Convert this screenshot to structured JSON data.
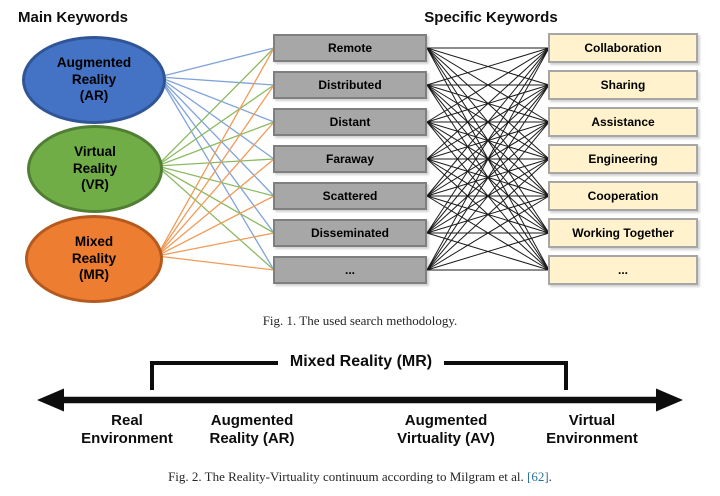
{
  "fig1": {
    "left_header": "Main Keywords",
    "right_header": "Specific Keywords",
    "main_keywords": [
      {
        "id": "augmented-reality",
        "label": "Augmented\nReality\n(AR)"
      },
      {
        "id": "virtual-reality",
        "label": "Virtual\nReality\n(VR)"
      },
      {
        "id": "mixed-reality",
        "label": "Mixed\nReality\n(MR)"
      }
    ],
    "middle_keywords": [
      "Remote",
      "Distributed",
      "Distant",
      "Faraway",
      "Scattered",
      "Disseminated",
      "..."
    ],
    "specific_keywords": [
      "Collaboration",
      "Sharing",
      "Assistance",
      "Engineering",
      "Cooperation",
      "Working Together",
      "..."
    ],
    "caption": "Fig. 1.  The used search methodology."
  },
  "fig2": {
    "bracket_label": "Mixed Reality (MR)",
    "axis_labels": [
      "Real\nEnvironment",
      "Augmented\nReality (AR)",
      "Augmented\nVirtuality (AV)",
      "Virtual\nEnvironment"
    ],
    "caption_prefix": "Fig. 2.  The Reality-Virtuality continuum according to Milgram et al. ",
    "caption_cite": "[62]",
    "caption_suffix": "."
  },
  "colors": {
    "ar_fill": "#4472C4",
    "ar_border": "#2F5597",
    "vr_fill": "#70AD47",
    "vr_border": "#507E32",
    "mr_fill": "#ED7D31",
    "mr_border": "#B55A1E",
    "middle_fill": "#A7A7A7",
    "middle_border": "#7F7F7F",
    "specific_fill": "#FFF2CC",
    "specific_border": "#A6A6A6",
    "line_ar": "#7FA3DA",
    "line_vr": "#8CBA63",
    "line_mr": "#F09B59",
    "line_black": "#1A1A1A",
    "arrow_black": "#0D0D0D",
    "citation": "#2B7295"
  }
}
